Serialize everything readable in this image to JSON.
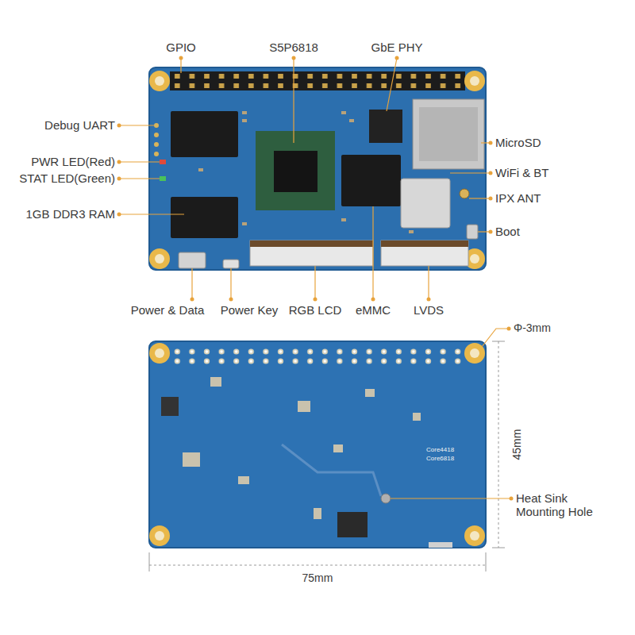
{
  "diagram": {
    "labels": [
      "GPIO",
      "S5P6818",
      "GbE PHY",
      "Debug UART",
      "PWR LED(Red)",
      "STAT LED(Green)",
      "1GB DDR3 RAM",
      "MicroSD",
      "WiFi & BT",
      "IPX ANT",
      "Boot",
      "Power & Data",
      "Power Key",
      "RGB LCD",
      "eMMC",
      "LVDS",
      "Φ-3mm",
      "45mm",
      "75mm",
      "Heat Sink Mounting Hole",
      "Core4418",
      "Core6818"
    ]
  }
}
